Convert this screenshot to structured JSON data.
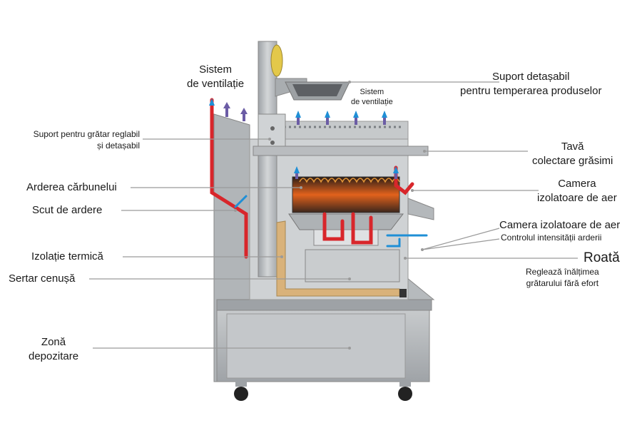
{
  "labels": {
    "vent_left": [
      "Sistem",
      "de ventilație"
    ],
    "vent_center": [
      "Sistem",
      "de ventilație"
    ],
    "support_tempering": [
      "Suport detașabil",
      "pentru temperarea produselor"
    ],
    "grill_support": [
      "Suport pentru grătar reglabil",
      "și detașabil"
    ],
    "grease_tray": [
      "Tavă",
      "colectare grăsimi"
    ],
    "coal_burning": "Arderea cărbunelui",
    "air_chamber_1": [
      "Camera",
      "izolatoare de aer"
    ],
    "burn_shield": "Scut de ardere",
    "air_chamber_2": "Camera izolatoare de aer",
    "burn_control": "Controlul intensității arderii",
    "thermal_insulation": "Izolație termică",
    "wheel_title": "Roată",
    "wheel_desc": [
      "Reglează înălțimea",
      "grătarului fără efort"
    ],
    "ash_drawer": "Sertar cenușă",
    "storage": [
      "Zonă",
      "depozitare"
    ]
  },
  "colors": {
    "steel": "#b9bcbf",
    "steel_dark": "#8e9296",
    "heat_red": "#d8262b",
    "air_blue": "#1f8fd6",
    "vent_purple": "#6b5ca5",
    "insulation": "#d9b27a",
    "leader": "#9a9a9a",
    "wheel_knob": "#e3c84a"
  }
}
